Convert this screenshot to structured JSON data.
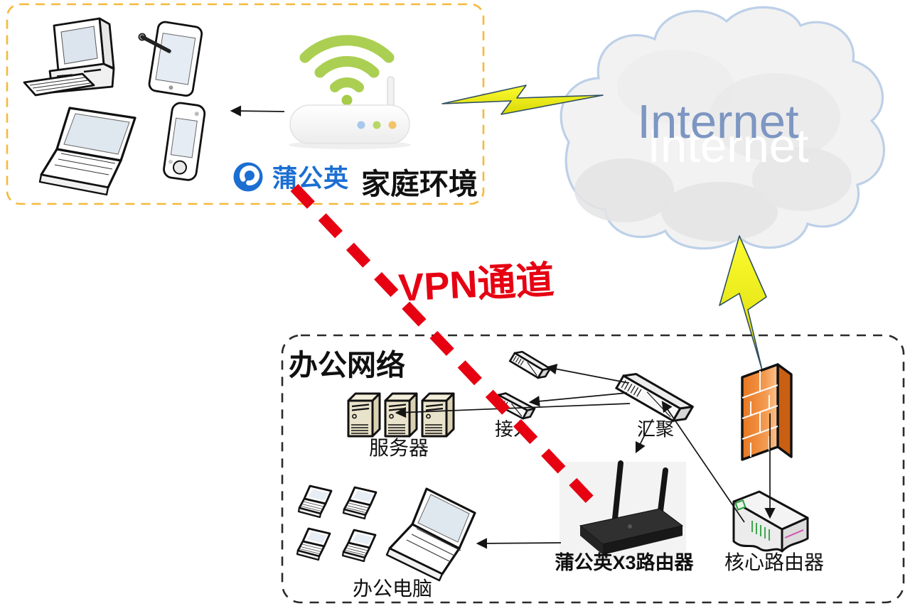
{
  "home": {
    "label": "家庭环境",
    "brand": "蒲公英"
  },
  "cloud": {
    "label": "Internet"
  },
  "vpn": {
    "label": "VPN通道"
  },
  "office": {
    "label": "办公网络",
    "servers_label": "服务器",
    "access_label": "接入",
    "aggregation_label": "汇聚",
    "x3_router_label": "蒲公英X3路由器",
    "core_router_label": "核心路由器",
    "pcs_label": "办公电脑"
  },
  "colors": {
    "home_border": "#f5b93c",
    "office_border": "#2b2b2b",
    "vpn_red": "#e60012",
    "brand_blue": "#1b6ed2",
    "internet_text": "#7d96c2",
    "firewall_orange": "#ed7d31",
    "lightning_yellow": "#f3f50c",
    "wifi_green": "#a6cc49"
  }
}
